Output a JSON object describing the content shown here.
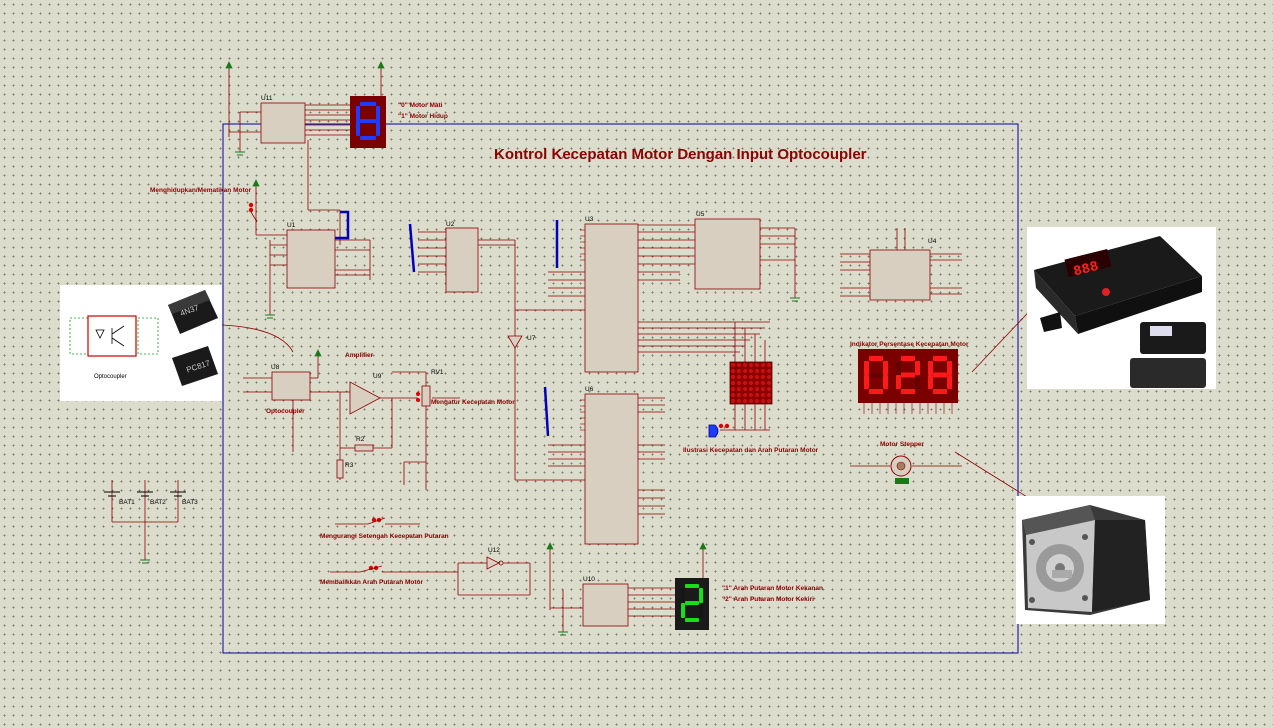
{
  "title": "Kontrol Kecepatan Motor Dengan Input Optocoupler",
  "labels": {
    "motor_state_0": "\"0\" Motor Mati",
    "motor_state_1": "\"1\" Motor Hidup",
    "toggle_motor": "Menghidupkan/Mematikan Motor",
    "amplifier": "Amplifier",
    "optocoupler": "Optocoupler",
    "speed_adjust": "Mengatur Kecepatan Motor",
    "speed_indicator": "Indikator Persentase Kecepatan Motor",
    "illustration": "Ilustrasi Kecepatan dan Arah Putaran Motor",
    "motor_stepper": "Motor Stepper",
    "half_speed": "Mengurangi Setengah Kecepatan Putaran",
    "reverse": "Membalikkan Arah Putaran Motor",
    "dir_right": "\"1\" Arah Putaran Motor Kekanan",
    "dir_left": "\"2\" Arah Putaran Motor Kekiri",
    "opto_caption": "Optocoupler",
    "opto_chip1": "4N37",
    "opto_chip2": "PC817"
  },
  "refs": {
    "u11": "U11",
    "u1": "U1",
    "u2": "U2",
    "u3": "U3",
    "u5": "U5",
    "u4": "U4",
    "u6": "U6",
    "u7": "U7",
    "u8": "U8",
    "u9": "U9",
    "u10": "U10",
    "u12": "U12",
    "rv1": "RV1",
    "r2": "R2",
    "r3": "R3",
    "bat1": "BAT1",
    "bat2": "BAT2",
    "bat3": "BAT3"
  },
  "displays": {
    "motor_state_digit": "8",
    "direction_digit": "2",
    "speed_percent": "028"
  },
  "colors": {
    "wire": "#8b0000",
    "frame": "#0000aa",
    "bus": "#0000bb",
    "title": "#8b0000",
    "seg_blue": "#1e3cff",
    "seg_green": "#18e018",
    "seg_red": "#ff1a1a",
    "chip_fill": "#d8cfc0"
  }
}
